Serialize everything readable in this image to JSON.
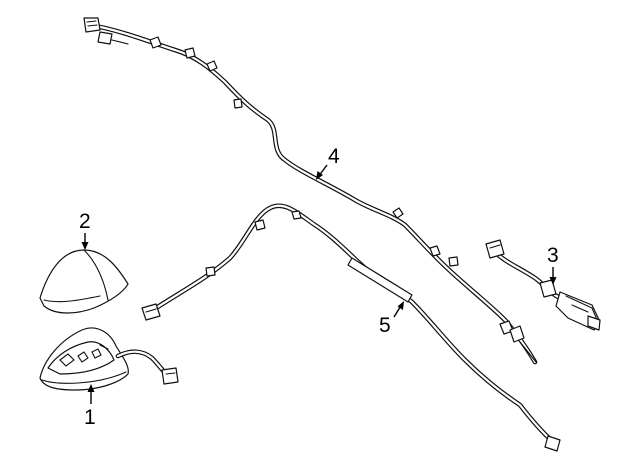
{
  "callouts": {
    "base": "1",
    "cover": "2",
    "antenna_module": "3",
    "roof_harness": "4",
    "pillar_cable": "5"
  }
}
